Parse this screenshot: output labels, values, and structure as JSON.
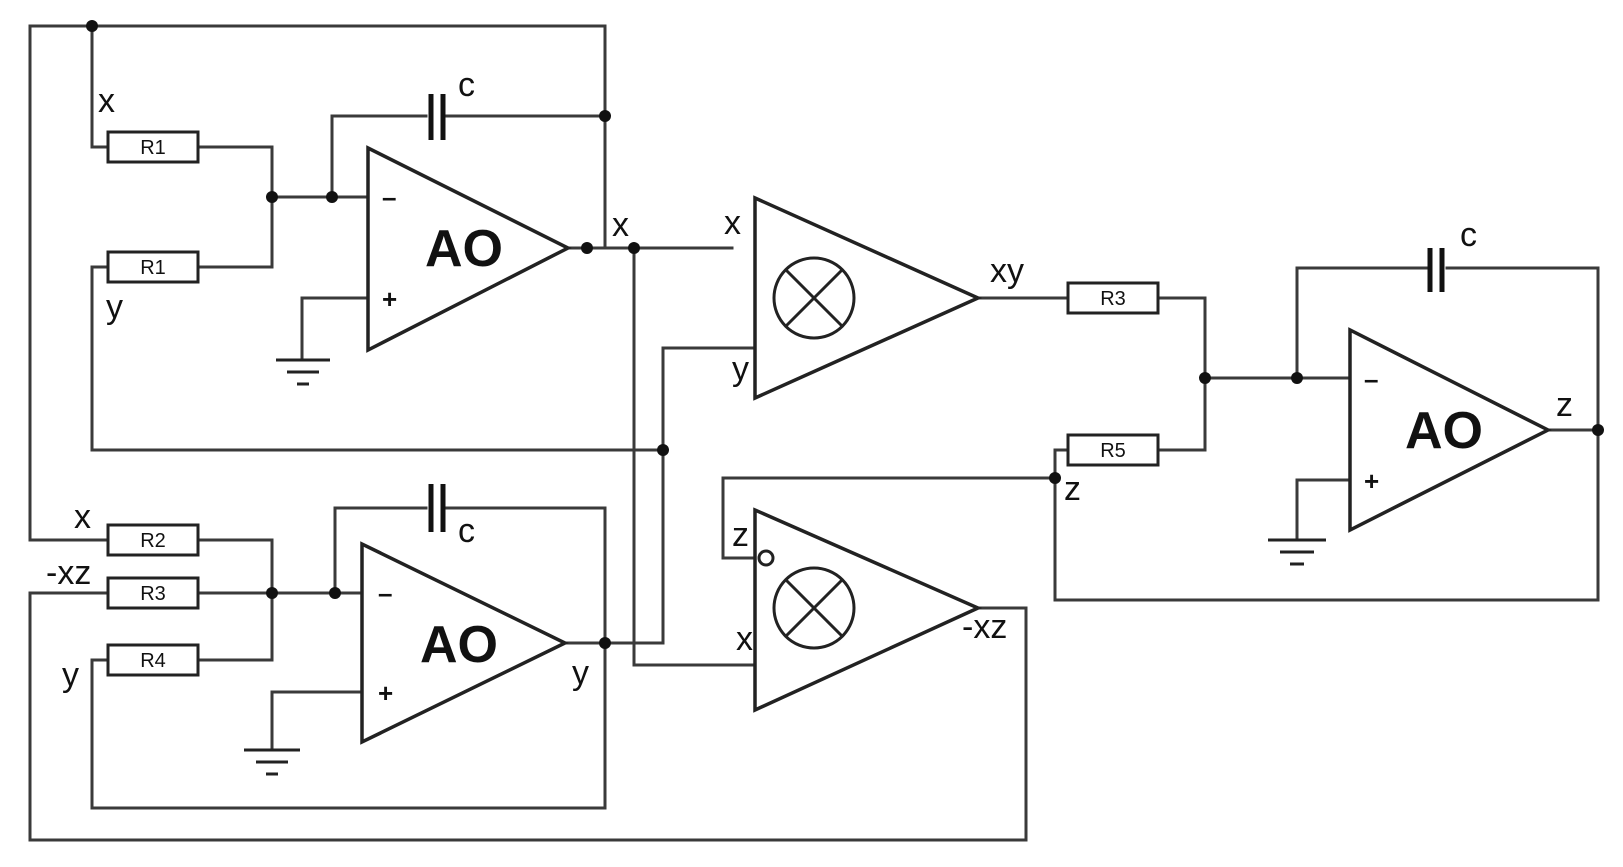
{
  "opamps": [
    {
      "label": "AO",
      "minus": "–",
      "plus": "+"
    },
    {
      "label": "AO",
      "minus": "–",
      "plus": "+"
    },
    {
      "label": "AO",
      "minus": "–",
      "plus": "+"
    }
  ],
  "resistors": {
    "r1_top": "R1",
    "r1_bottom": "R1",
    "r2": "R2",
    "r3_left": "R3",
    "r4": "R4",
    "r3_right": "R3",
    "r5": "R5"
  },
  "capacitors": {
    "top": "c",
    "bottom": "c",
    "right": "c"
  },
  "signals": {
    "amp1_in_x": "x",
    "amp1_in_y": "y",
    "amp1_out_x": "x",
    "mult1_in_x": "x",
    "mult1_in_y": "y",
    "mult1_out": "xy",
    "amp2_in_x": "x",
    "amp2_in_mxz": "-xz",
    "amp2_in_y": "y",
    "amp2_out_y": "y",
    "mult2_in_z": "z",
    "mult2_in_x": "x",
    "mult2_out": "-xz",
    "r5_node_z": "z",
    "amp3_out_z": "z"
  }
}
